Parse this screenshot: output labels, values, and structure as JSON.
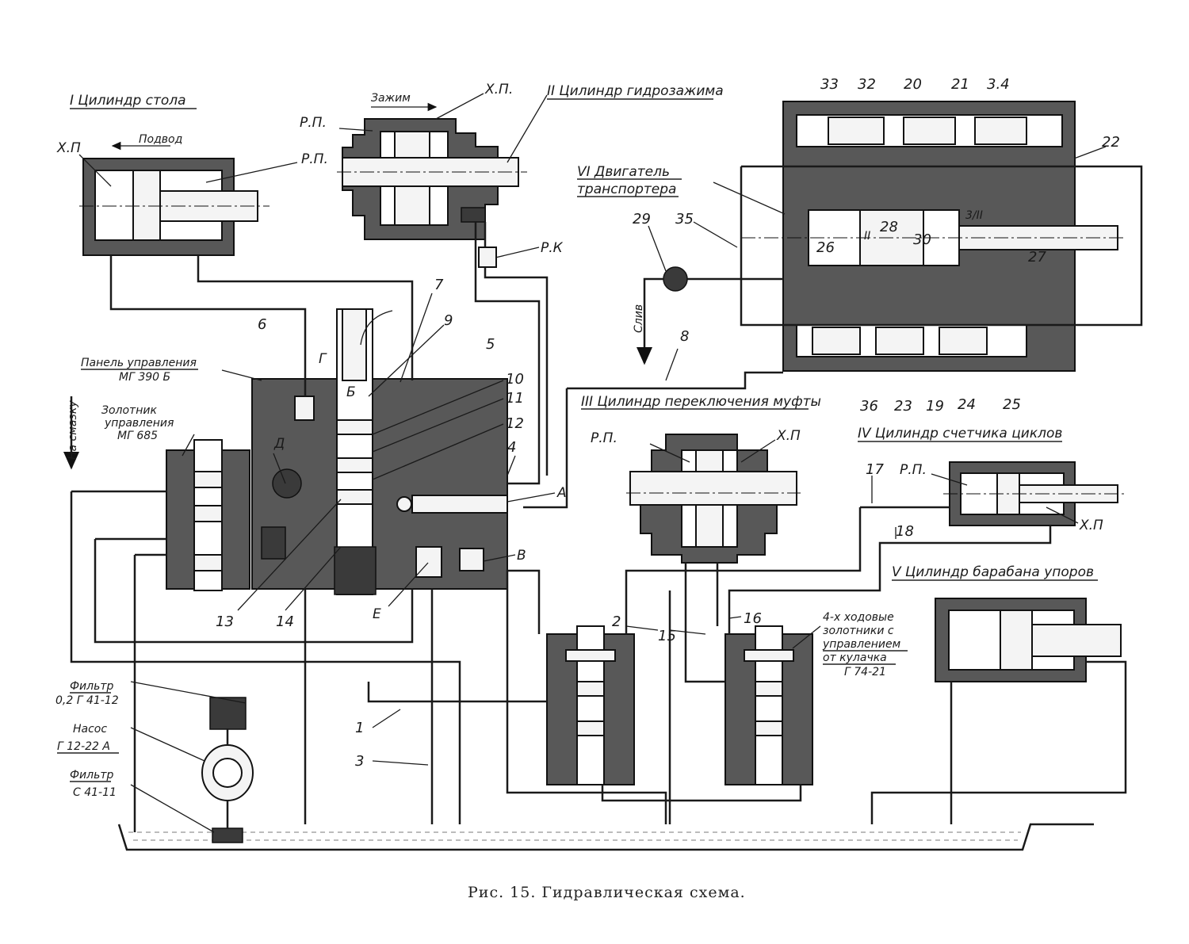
{
  "caption": "Рис. 15. Гидравлическая схема.",
  "cylinders": {
    "table": {
      "title": "I Цилиндр стола",
      "motion": "Подвод",
      "left_port": "Х.П",
      "right_port": "Р.П."
    },
    "clamp": {
      "title": "II Цилиндр гидрозажима",
      "motion": "Зажим",
      "left_port": "Р.П.",
      "top_port": "Х.П.",
      "relay": "Р.К"
    },
    "coupling": {
      "title": "III Цилиндр переключения муфты",
      "left_port": "Р.П.",
      "right_port": "Х.П"
    },
    "counter": {
      "title": "IV Цилиндр счетчика циклов",
      "left_port": "Р.П.",
      "right_port": "Х.П"
    },
    "drum": {
      "title": "V Цилиндр барабана упоров"
    }
  },
  "conveyor_motor": {
    "title_line1": "VI Двигатель",
    "title_line2": "транспортера",
    "roman": "II",
    "roman2": "3/II"
  },
  "control_panel": {
    "line1": "Панель управления",
    "line2": "МГ 390 Б"
  },
  "control_valve": {
    "line1": "Золотник",
    "line2": "управления",
    "line3": "МГ 685"
  },
  "lubrication": "На смазку",
  "drain": "Слив",
  "four_way_valves": {
    "line1": "4-х ходовые",
    "line2": "золотники с",
    "line3": "управлением",
    "line4": "от кулачка",
    "line5": "Г 74-21"
  },
  "pump_unit": {
    "filter1_label": "Фильтр",
    "filter1_code": "0,2 Г 41-12",
    "pump_label": "Насос",
    "pump_code": "Г 12-22 А",
    "filter2_label": "Фильтр",
    "filter2_code": "С 41-11"
  },
  "letters": {
    "G": "Г",
    "D": "Д",
    "B": "Б",
    "A": "А",
    "V": "В",
    "E": "Е"
  },
  "numbers": {
    "n1": "1",
    "n2": "2",
    "n3": "3",
    "n4": "4",
    "n5": "5",
    "n6": "6",
    "n7": "7",
    "n8": "8",
    "n9": "9",
    "n10": "10",
    "n11": "11",
    "n12": "12",
    "n13": "13",
    "n14": "14",
    "n15": "15",
    "n16": "16",
    "n17": "17",
    "n18": "18",
    "n19": "19",
    "n20": "20",
    "n21": "21",
    "n22": "22",
    "n23": "23",
    "n24": "24",
    "n25": "25",
    "n26": "26",
    "n27": "27",
    "n28": "28",
    "n29": "29",
    "n30": "30",
    "n32": "32",
    "n33": "33",
    "n34": "3.4",
    "n35": "35",
    "n36": "36"
  }
}
